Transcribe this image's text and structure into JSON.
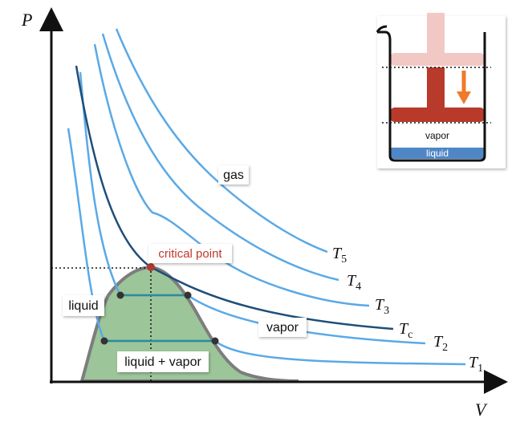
{
  "axes": {
    "y_label": "P",
    "x_label": "V"
  },
  "region_labels": {
    "gas": "gas",
    "liquid": "liquid",
    "vapor": "vapor",
    "liquid_vapor": "liquid + vapor",
    "critical_point": "critical point"
  },
  "isotherms": [
    {
      "main": "T",
      "sub": "5"
    },
    {
      "main": "T",
      "sub": "4"
    },
    {
      "main": "T",
      "sub": "3"
    },
    {
      "main": "T",
      "sub": "c"
    },
    {
      "main": "T",
      "sub": "2"
    },
    {
      "main": "T",
      "sub": "1"
    }
  ],
  "inset": {
    "vapor": "vapor",
    "liquid": "liquid"
  },
  "colors": {
    "isotherm": "#5aa9e6",
    "critical_isotherm": "#1f4e79",
    "coexistence_fill": "#9cc59a",
    "coexistence_outline": "#7d7d7d",
    "tie_line": "#2e8b9a",
    "critical_point": "#b03a2e",
    "critical_label": "#c0392b",
    "piston_dark": "#b83a2a",
    "piston_light": "#f2c8c4",
    "arrow": "#f07a2a",
    "liquid": "#4f86c6"
  }
}
